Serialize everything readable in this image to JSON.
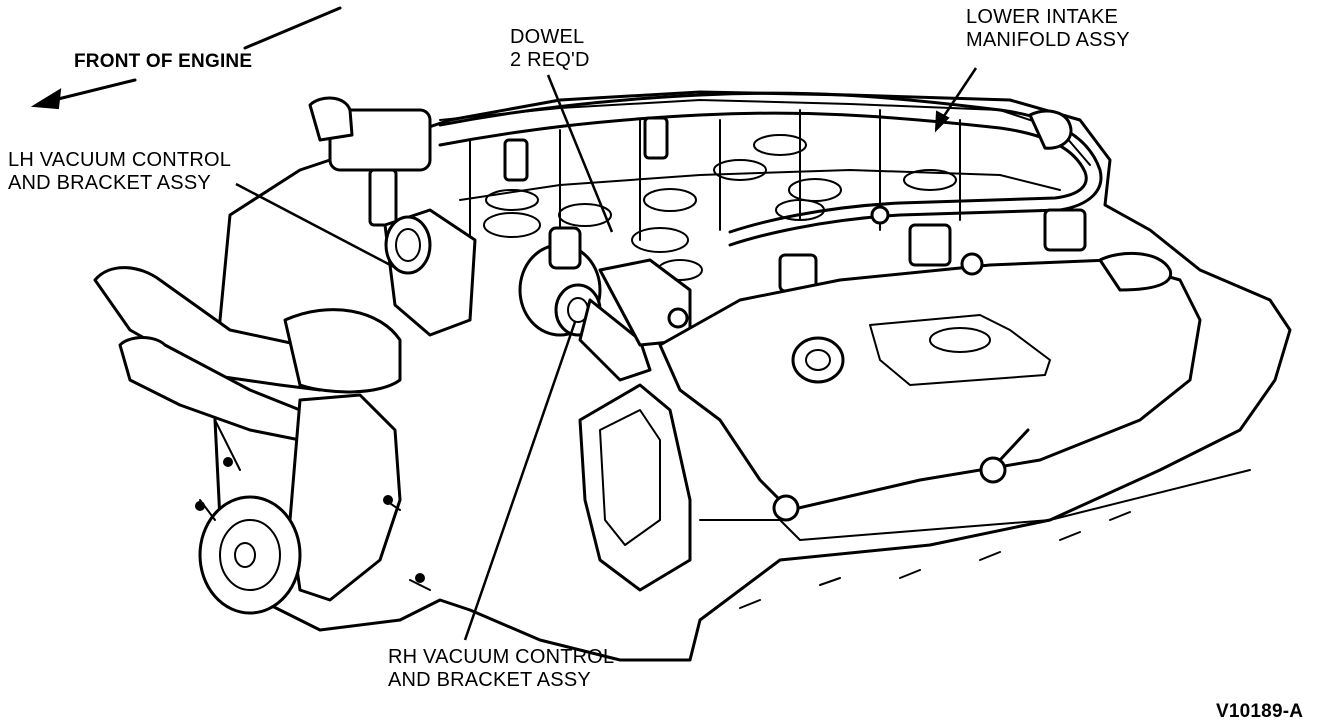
{
  "labels": {
    "front_of_engine": "FRONT OF ENGINE",
    "dowel": [
      "DOWEL",
      "2 REQ'D"
    ],
    "lower_intake": [
      "LOWER INTAKE",
      "MANIFOLD ASSY"
    ],
    "lh_vacuum": [
      "LH VACUUM CONTROL",
      "AND BRACKET ASSY"
    ],
    "rh_vacuum": [
      "RH VACUUM CONTROL",
      "AND BRACKET ASSY"
    ],
    "figure_id": "V10189-A"
  },
  "icons": {
    "front_arrow": "arrow-left-down-icon"
  },
  "colors": {
    "ink": "#000000",
    "paper": "#ffffff"
  }
}
